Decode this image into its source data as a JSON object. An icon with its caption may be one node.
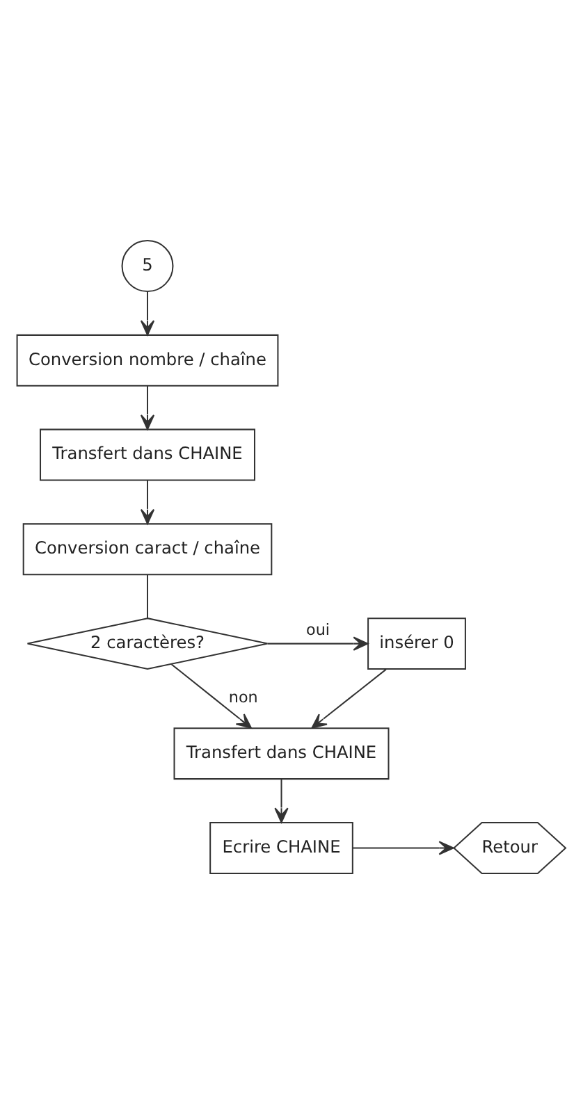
{
  "diagram": {
    "nodes": [
      {
        "text": [
          "5"
        ]
      },
      {
        "text": [
          "Conversion nombre / chaîne"
        ]
      },
      {
        "text": [
          "Transfert dans CHAINE"
        ]
      },
      {
        "text": [
          "Conversion caract / chaîne"
        ]
      },
      {
        "text": [
          "2 caractères?"
        ]
      },
      {
        "text": [
          "insérer 0"
        ]
      },
      {
        "text": [
          "Transfert dans CHAINE"
        ]
      },
      {
        "text": [
          "Ecrire CHAINE"
        ]
      },
      {
        "text": [
          "Retour"
        ]
      }
    ],
    "edges": [
      {
        "from": 0,
        "to": 1,
        "arrow": "to"
      },
      {
        "from": 1,
        "to": 2,
        "arrow": "to"
      },
      {
        "from": 2,
        "to": 3,
        "arrow": "to"
      },
      {
        "from": 3,
        "to": 4,
        "arrow": "none"
      },
      {
        "from": 4,
        "to": 5,
        "arrow": "to",
        "label": "oui"
      },
      {
        "from": 4,
        "to": 6,
        "arrow": "to",
        "label": "non"
      },
      {
        "from": 5,
        "to": 6,
        "arrow": "to"
      },
      {
        "from": 6,
        "to": 7,
        "arrow": "to"
      },
      {
        "from": 7,
        "to": 8,
        "arrow": "to"
      }
    ]
  }
}
